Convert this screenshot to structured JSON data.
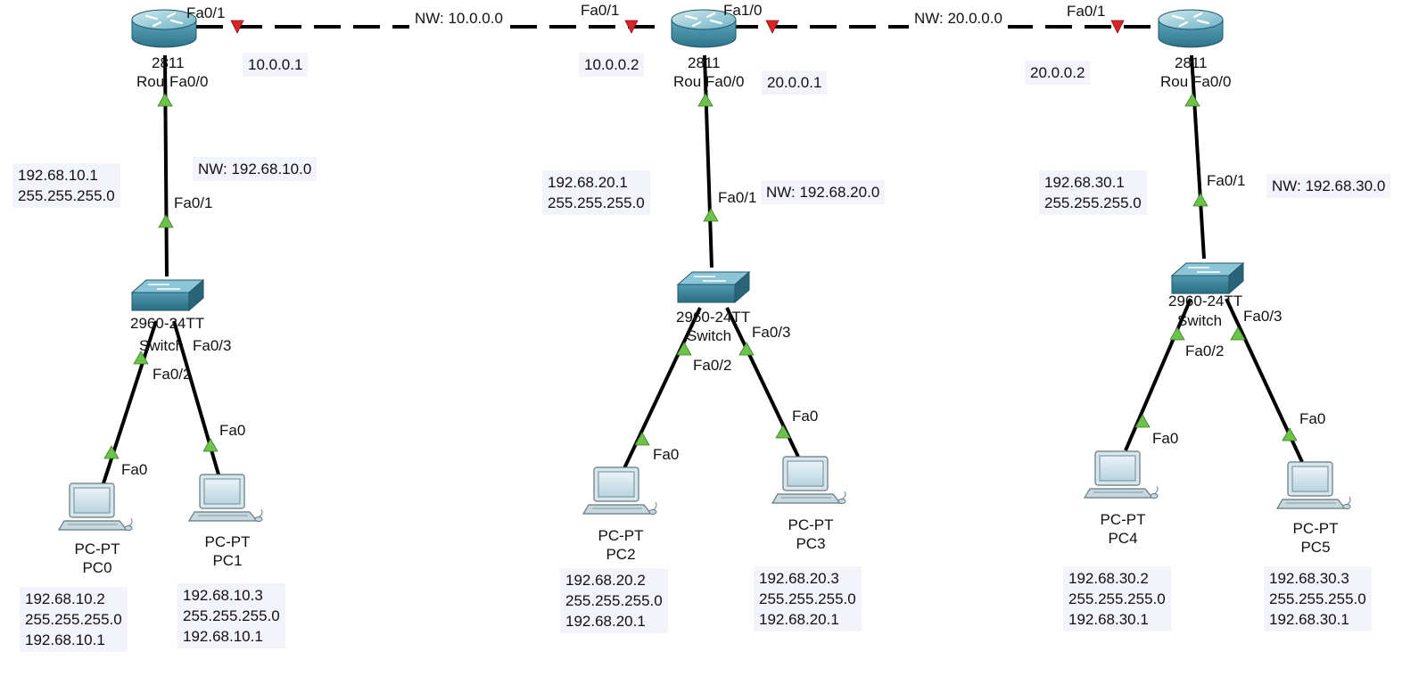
{
  "routers": [
    {
      "model": "2811",
      "name": "Rou",
      "ports": {
        "uplink": "Fa0/1",
        "lan": "Fa0/0"
      }
    },
    {
      "model": "2811",
      "name": "Rou",
      "ports": {
        "left": "Fa0/1",
        "right": "Fa1/0",
        "lan": "Fa0/0"
      }
    },
    {
      "model": "2811",
      "name": "Rou",
      "ports": {
        "uplink": "Fa0/1",
        "lan": "Fa0/0"
      }
    }
  ],
  "switches": [
    {
      "model": "2960-24TT",
      "name": "Switch",
      "ports": {
        "uplink": "Fa0/1",
        "p2": "Fa0/2",
        "p3": "Fa0/3"
      }
    },
    {
      "model": "2960-24TT",
      "name": "Switch",
      "ports": {
        "uplink": "Fa0/1",
        "p2": "Fa0/2",
        "p3": "Fa0/3"
      }
    },
    {
      "model": "2960-24TT",
      "name": "Switch",
      "ports": {
        "uplink": "Fa0/1",
        "p2": "Fa0/2",
        "p3": "Fa0/3"
      }
    }
  ],
  "pcs": [
    {
      "type": "PC-PT",
      "name": "PC0",
      "port": "Fa0",
      "ip": "192.68.10.2",
      "mask": "255.255.255.0",
      "gw": "192.68.10.1"
    },
    {
      "type": "PC-PT",
      "name": "PC1",
      "port": "Fa0",
      "ip": "192.68.10.3",
      "mask": "255.255.255.0",
      "gw": "192.68.10.1"
    },
    {
      "type": "PC-PT",
      "name": "PC2",
      "port": "Fa0",
      "ip": "192.68.20.2",
      "mask": "255.255.255.0",
      "gw": "192.68.20.1"
    },
    {
      "type": "PC-PT",
      "name": "PC3",
      "port": "Fa0",
      "ip": "192.68.20.3",
      "mask": "255.255.255.0",
      "gw": "192.68.20.1"
    },
    {
      "type": "PC-PT",
      "name": "PC4",
      "port": "Fa0",
      "ip": "192.68.30.2",
      "mask": "255.255.255.0",
      "gw": "192.68.30.1"
    },
    {
      "type": "PC-PT",
      "name": "PC5",
      "port": "Fa0",
      "ip": "192.68.30.3",
      "mask": "255.255.255.0",
      "gw": "192.68.30.1"
    }
  ],
  "wan": [
    {
      "network": "NW: 10.0.0.0",
      "left_ip": "10.0.0.1",
      "right_ip": "10.0.0.2"
    },
    {
      "network": "NW: 20.0.0.0",
      "left_ip": "20.0.0.1",
      "right_ip": "20.0.0.2"
    }
  ],
  "lans": [
    {
      "network": "NW: 192.68.10.0",
      "router_ip": "192.68.10.1",
      "mask": "255.255.255.0"
    },
    {
      "network": "NW: 192.68.20.0",
      "router_ip": "192.68.20.1",
      "mask": "255.255.255.0"
    },
    {
      "network": "NW: 192.68.30.0",
      "router_ip": "192.68.30.1",
      "mask": "255.255.255.0"
    }
  ],
  "colors": {
    "link": "#000000",
    "port_up": "#6cc24a",
    "port_down": "#d8232a",
    "device": "#3f8fa6",
    "label_bg": "#f2f3fb"
  }
}
